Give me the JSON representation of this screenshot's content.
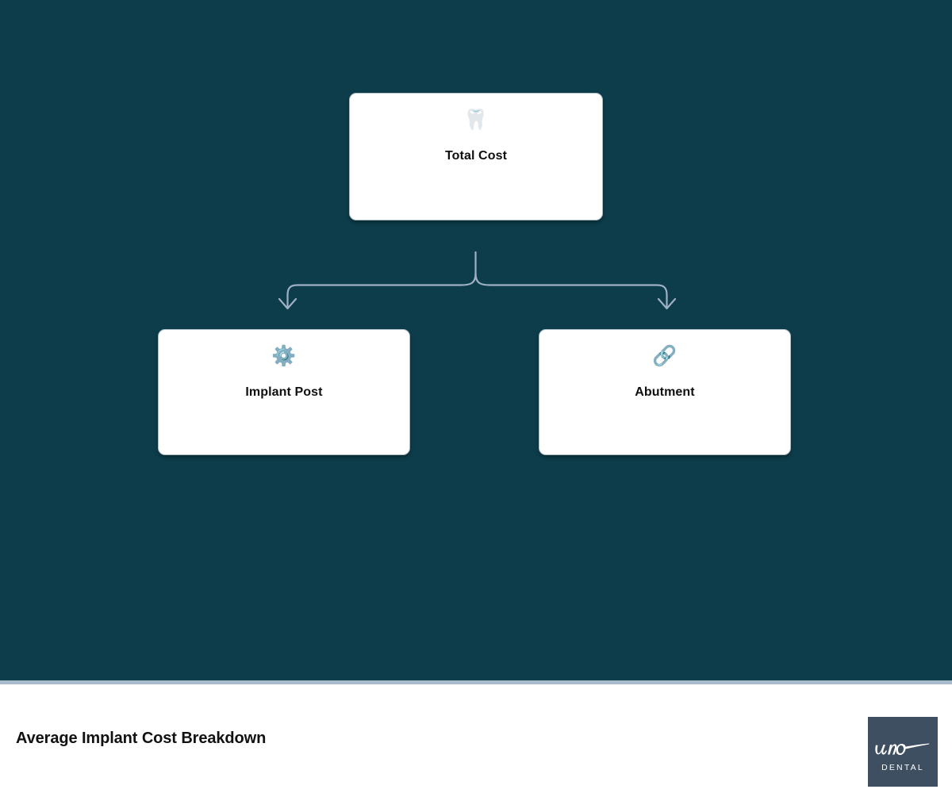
{
  "slide": {
    "background_color": "#0d3d4a",
    "divider_color": "#a8bacb",
    "footer_background": "#ffffff"
  },
  "diagram": {
    "type": "hierarchy-tree",
    "orientation": "top-down",
    "connector_color": "#9fb0c4",
    "nodes": [
      {
        "id": "total-cost",
        "label": "Total Cost",
        "icon": "🦷",
        "icon_name": "tooth-icon",
        "level": 0
      },
      {
        "id": "implant-post",
        "label": "Implant Post",
        "icon": "⚙️",
        "icon_name": "gear-icon",
        "level": 1
      },
      {
        "id": "abutment",
        "label": "Abutment",
        "icon": "🔗",
        "icon_name": "link-icon",
        "level": 1
      }
    ],
    "edges": [
      {
        "from": "total-cost",
        "to": "implant-post"
      },
      {
        "from": "total-cost",
        "to": "abutment"
      }
    ]
  },
  "footer": {
    "title": "Average Implant Cost Breakdown",
    "logo": {
      "script_text": "uno",
      "word_text": "DENTAL",
      "background_color": "#3d4f61"
    }
  }
}
